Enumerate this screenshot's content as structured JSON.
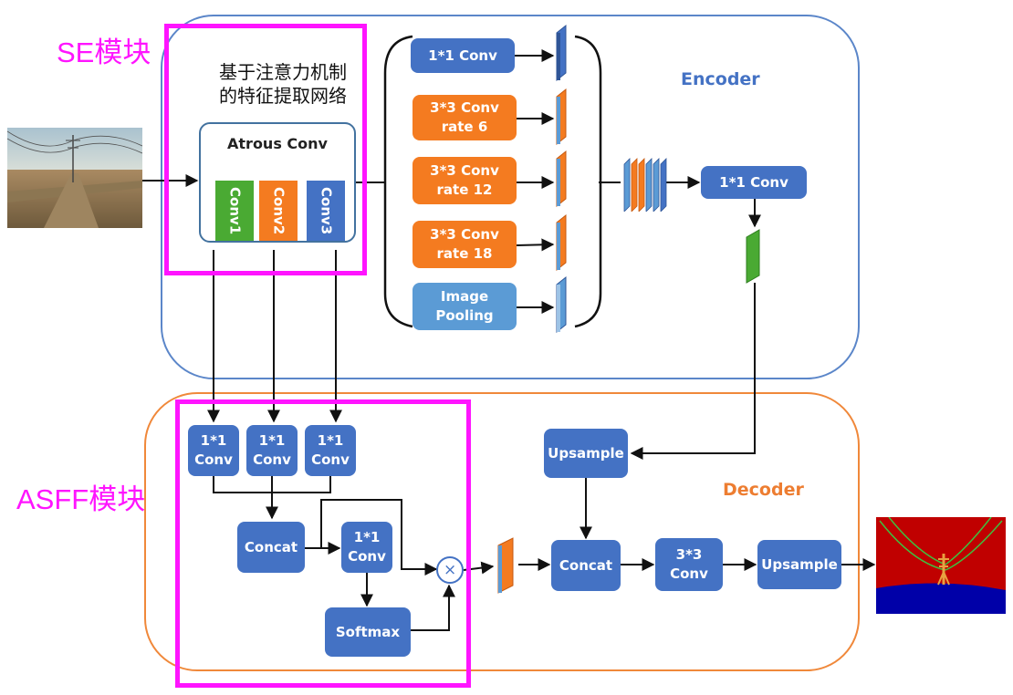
{
  "tags": {
    "se": "SE模块",
    "asff": "ASFF模块"
  },
  "regions": {
    "encoder": "Encoder",
    "decoder": "Decoder"
  },
  "se_module": {
    "caption_line1": "基于注意力机制",
    "caption_line2": "的特征提取网络",
    "atrous_title": "Atrous Conv",
    "branches": [
      "Conv1",
      "Conv2",
      "Conv3"
    ]
  },
  "aspp": {
    "conv1x1": "1*1 Conv",
    "conv_r6": "3*3 Conv\nrate 6",
    "conv_r12": "3*3 Conv\nrate 12",
    "conv_r18": "3*3 Conv\nrate 18",
    "pool": "Image\nPooling"
  },
  "encoder_head": {
    "conv1x1": "1*1 Conv"
  },
  "asff": {
    "c1": "1*1\nConv",
    "c2": "1*1\nConv",
    "c3": "1*1\nConv",
    "concat": "Concat",
    "conv1x1": "1*1\nConv",
    "softmax": "Softmax",
    "multiply": "×"
  },
  "decoder": {
    "upsample_top": "Upsample",
    "concat": "Concat",
    "conv3x3": "3*3\nConv",
    "upsample_out": "Upsample"
  },
  "colors": {
    "block_blue": "#4472c4",
    "block_orange": "#f47b20",
    "block_lightblue": "#5b9bd5",
    "block_green": "#4aaa33",
    "tag_magenta": "#ff14ff",
    "encoder_border": "#5b86c9",
    "decoder_border": "#f0883a",
    "seg_background": "#c00000",
    "seg_ground": "#0000a8"
  }
}
